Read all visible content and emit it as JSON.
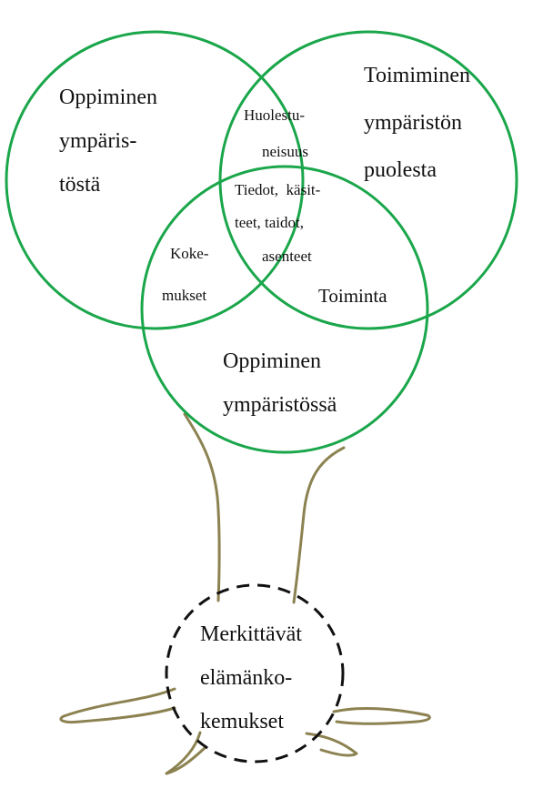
{
  "colors": {
    "circle": "#1aa64a",
    "root": "#8c8251",
    "dashed_circle": "#111111",
    "text": "#111111"
  },
  "circles": {
    "left": [
      "Oppiminen",
      "ympäris-",
      "töstä"
    ],
    "right": [
      "Toimiminen",
      "ympäristön",
      "puolesta"
    ],
    "bottom": [
      "Oppiminen",
      "ympäristössä"
    ]
  },
  "overlaps": {
    "top": [
      "Huolestu-",
      "neisuus"
    ],
    "center": [
      "Tiedot,  käsit-",
      "teet, taidot,",
      "asenteet"
    ],
    "left_bottom": [
      "Koke-",
      "mukset"
    ],
    "right_bottom": "Toiminta"
  },
  "root": [
    "Merkittävät",
    "elämänko-",
    "kemukset"
  ]
}
